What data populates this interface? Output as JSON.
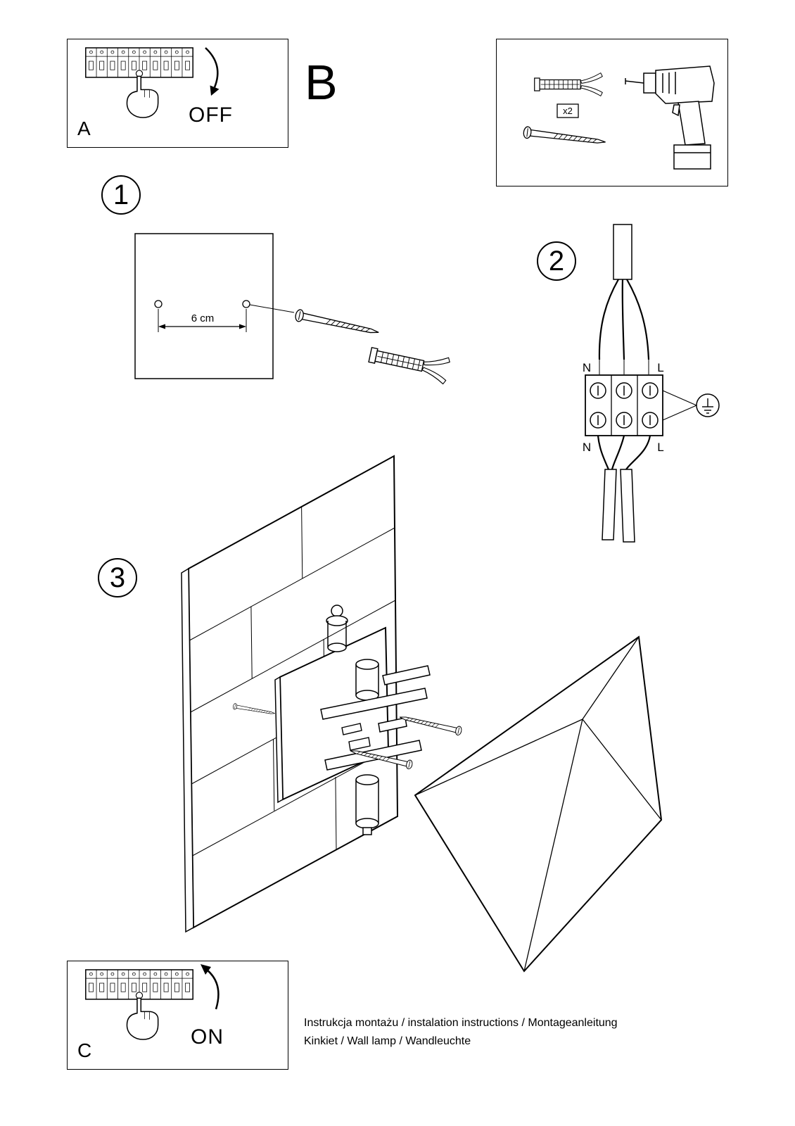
{
  "panel_a": {
    "label": "A",
    "switch_state": "OFF"
  },
  "section_b": {
    "label": "B"
  },
  "toolbox": {
    "anchor_count": "x2"
  },
  "step1": {
    "number": "1",
    "hole_distance": "6 cm"
  },
  "step2": {
    "number": "2",
    "terminal_top_left": "N",
    "terminal_top_right": "L",
    "terminal_bottom_left": "N",
    "terminal_bottom_right": "L"
  },
  "step3": {
    "number": "3"
  },
  "panel_c": {
    "label": "C",
    "switch_state": "ON"
  },
  "footer": {
    "line1": "Instrukcja montażu / instalation instructions / Montageanleitung",
    "line2": "Kinkiet / Wall lamp / Wandleuchte"
  }
}
